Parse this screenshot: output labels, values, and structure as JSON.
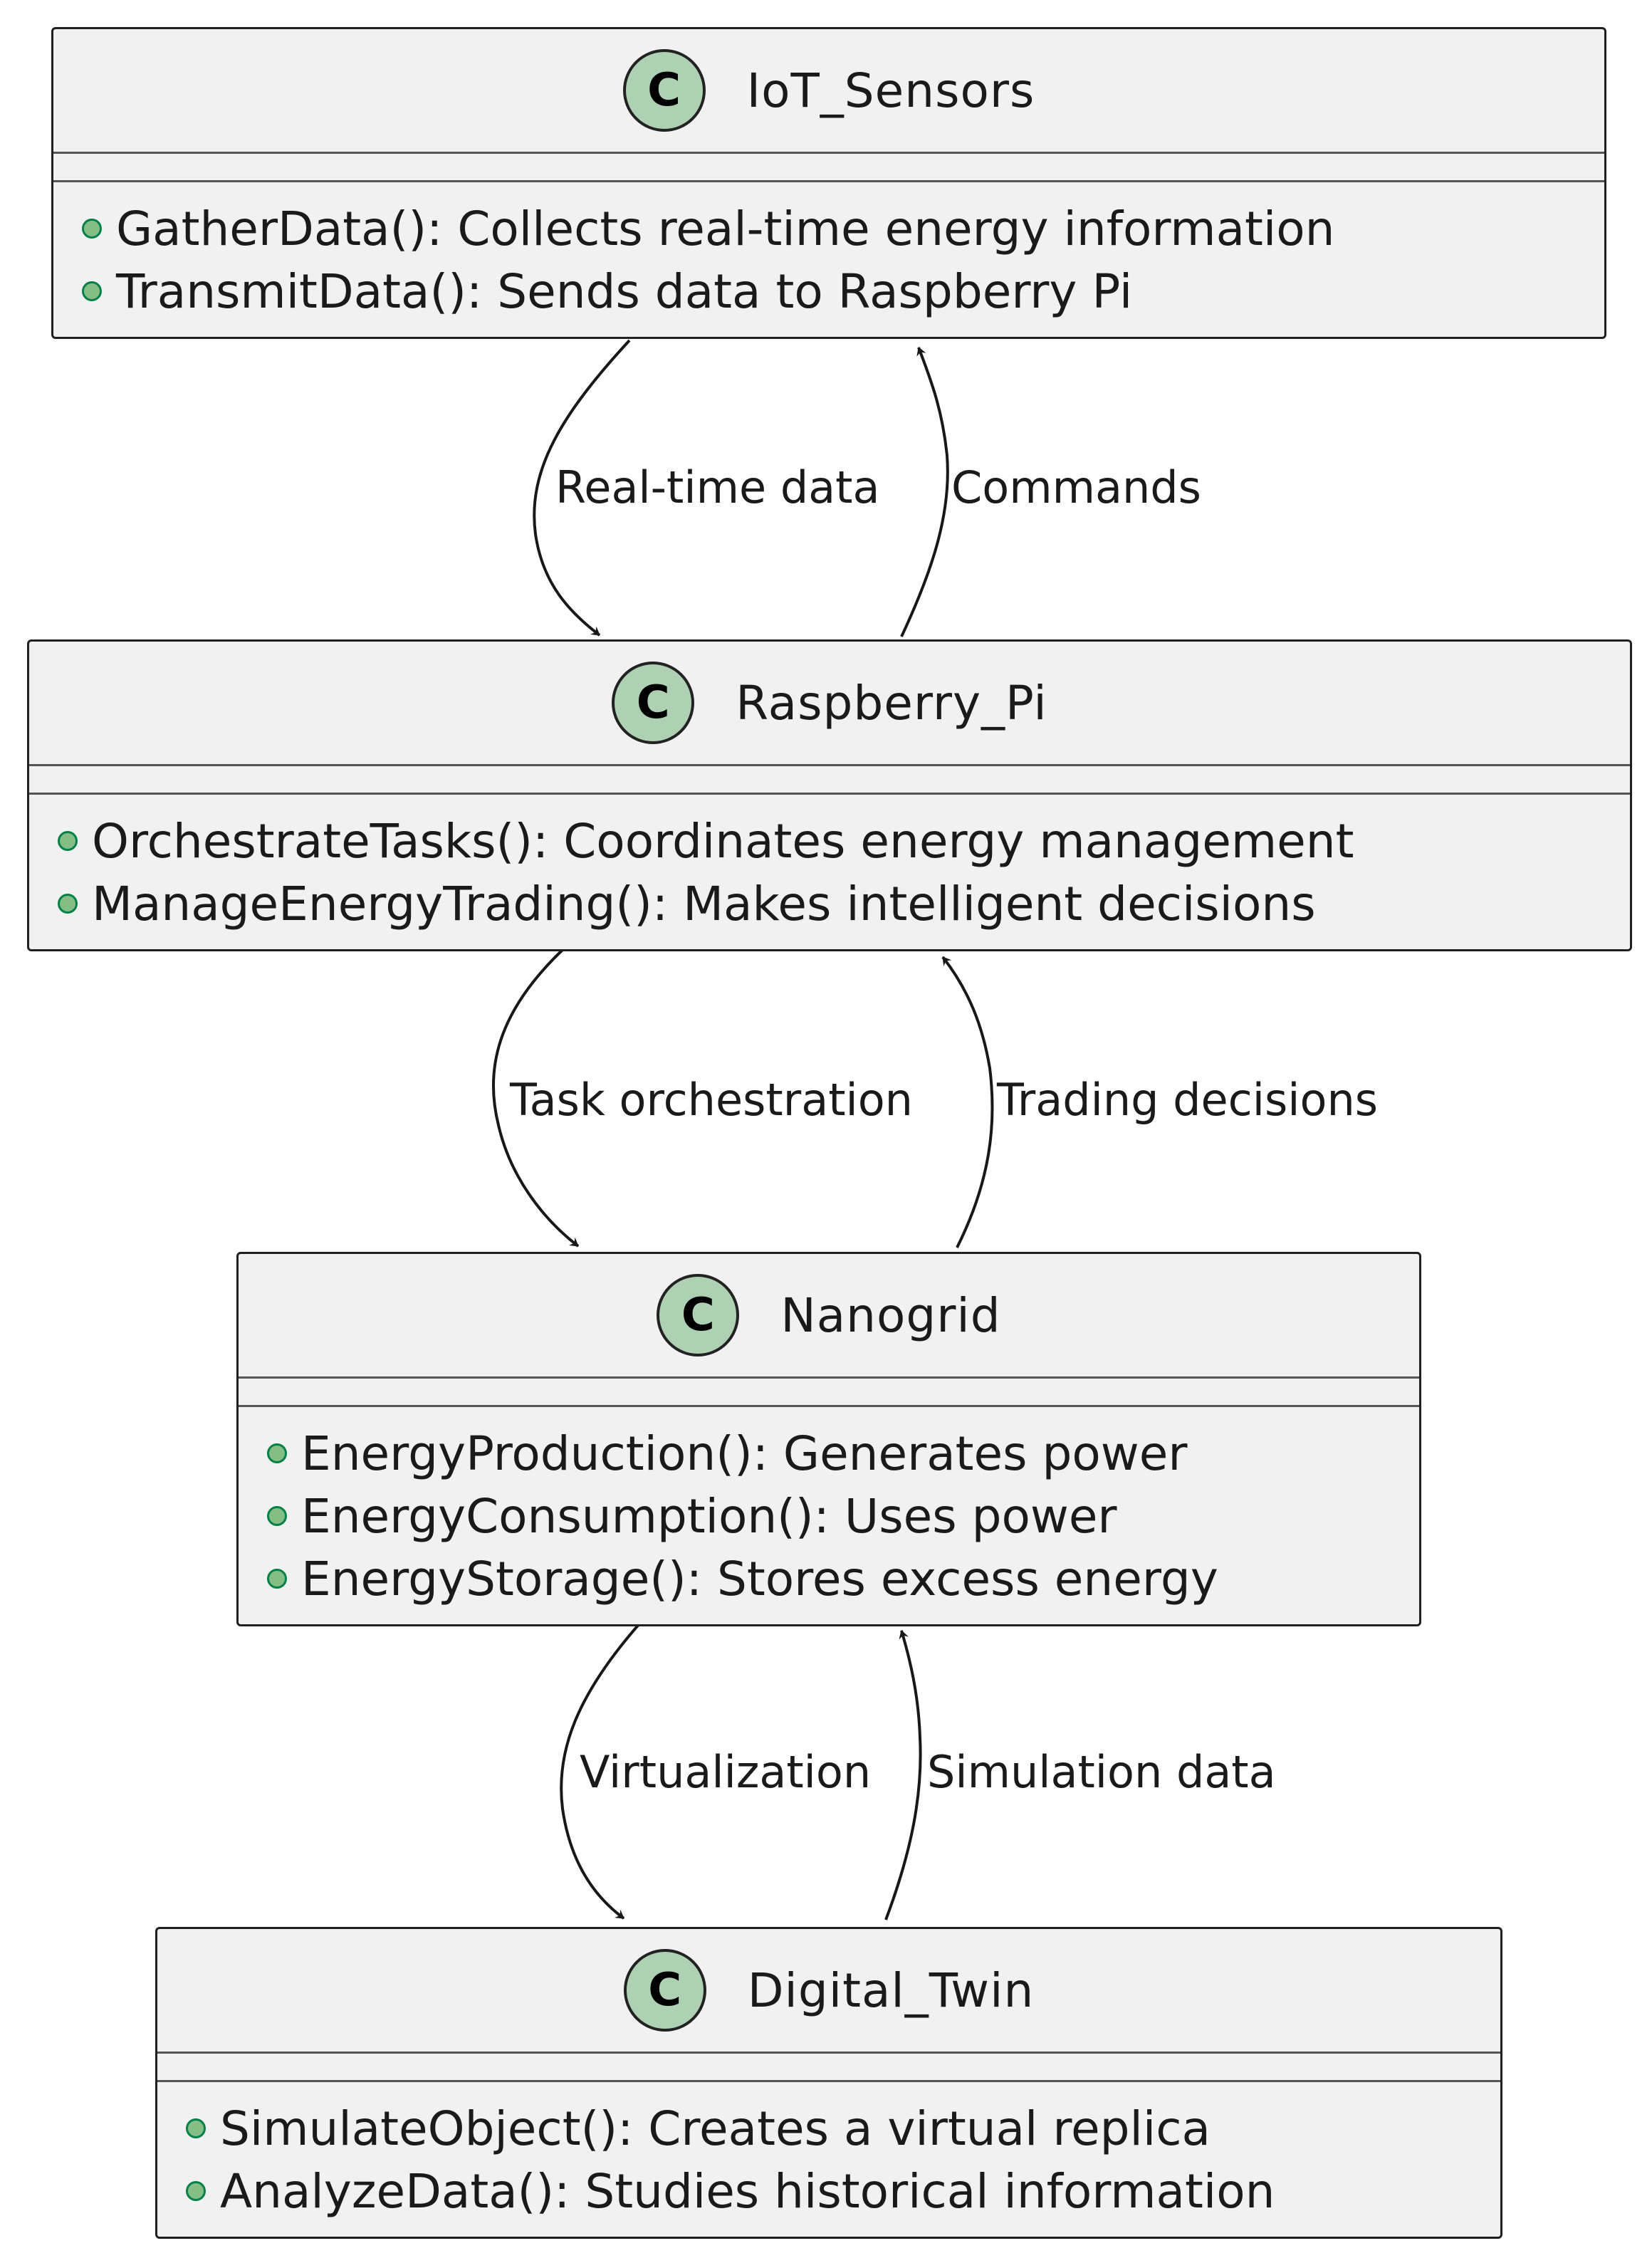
{
  "classes": [
    {
      "name": "IoT_Sensors",
      "badge": "C",
      "methods": [
        "GatherData(): Collects real-time energy information",
        "TransmitData(): Sends data to Raspberry Pi"
      ]
    },
    {
      "name": "Raspberry_Pi",
      "badge": "C",
      "methods": [
        "OrchestrateTasks(): Coordinates energy management",
        "ManageEnergyTrading(): Makes intelligent decisions"
      ]
    },
    {
      "name": "Nanogrid",
      "badge": "C",
      "methods": [
        "EnergyProduction(): Generates power",
        "EnergyConsumption(): Uses power",
        "EnergyStorage(): Stores excess energy"
      ]
    },
    {
      "name": "Digital_Twin",
      "badge": "C",
      "methods": [
        "SimulateObject(): Creates a virtual replica",
        "AnalyzeData(): Studies historical information"
      ]
    }
  ],
  "relations": [
    {
      "from": "IoT_Sensors",
      "to": "Raspberry_Pi",
      "label": "Real-time data"
    },
    {
      "from": "Raspberry_Pi",
      "to": "IoT_Sensors",
      "label": "Commands"
    },
    {
      "from": "Raspberry_Pi",
      "to": "Nanogrid",
      "label": "Task orchestration"
    },
    {
      "from": "Nanogrid",
      "to": "Raspberry_Pi",
      "label": "Trading decisions"
    },
    {
      "from": "Nanogrid",
      "to": "Digital_Twin",
      "label": "Virtualization"
    },
    {
      "from": "Digital_Twin",
      "to": "Nanogrid",
      "label": "Simulation data"
    }
  ],
  "colors": {
    "box_fill": "#f1f1f1",
    "badge_fill": "#add1b2",
    "method_dot_fill": "#84be84",
    "method_dot_stroke": "#038048",
    "line": "#181818"
  }
}
